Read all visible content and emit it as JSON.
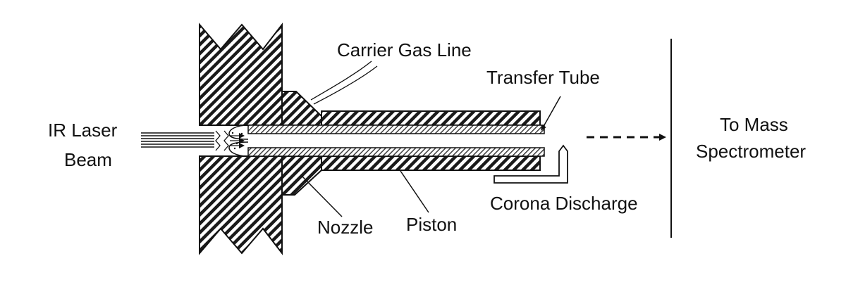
{
  "labels": {
    "carrier_gas_line": "Carrier Gas Line",
    "transfer_tube": "Transfer Tube",
    "ir_laser_line1": "IR Laser",
    "ir_laser_line2": "Beam",
    "to_mass_line1": "To Mass",
    "to_mass_line2": "Spectrometer",
    "corona_discharge": "Corona Discharge",
    "nozzle": "Nozzle",
    "piston": "Piston"
  },
  "colors": {
    "ink": "#111111",
    "background": "#ffffff"
  }
}
